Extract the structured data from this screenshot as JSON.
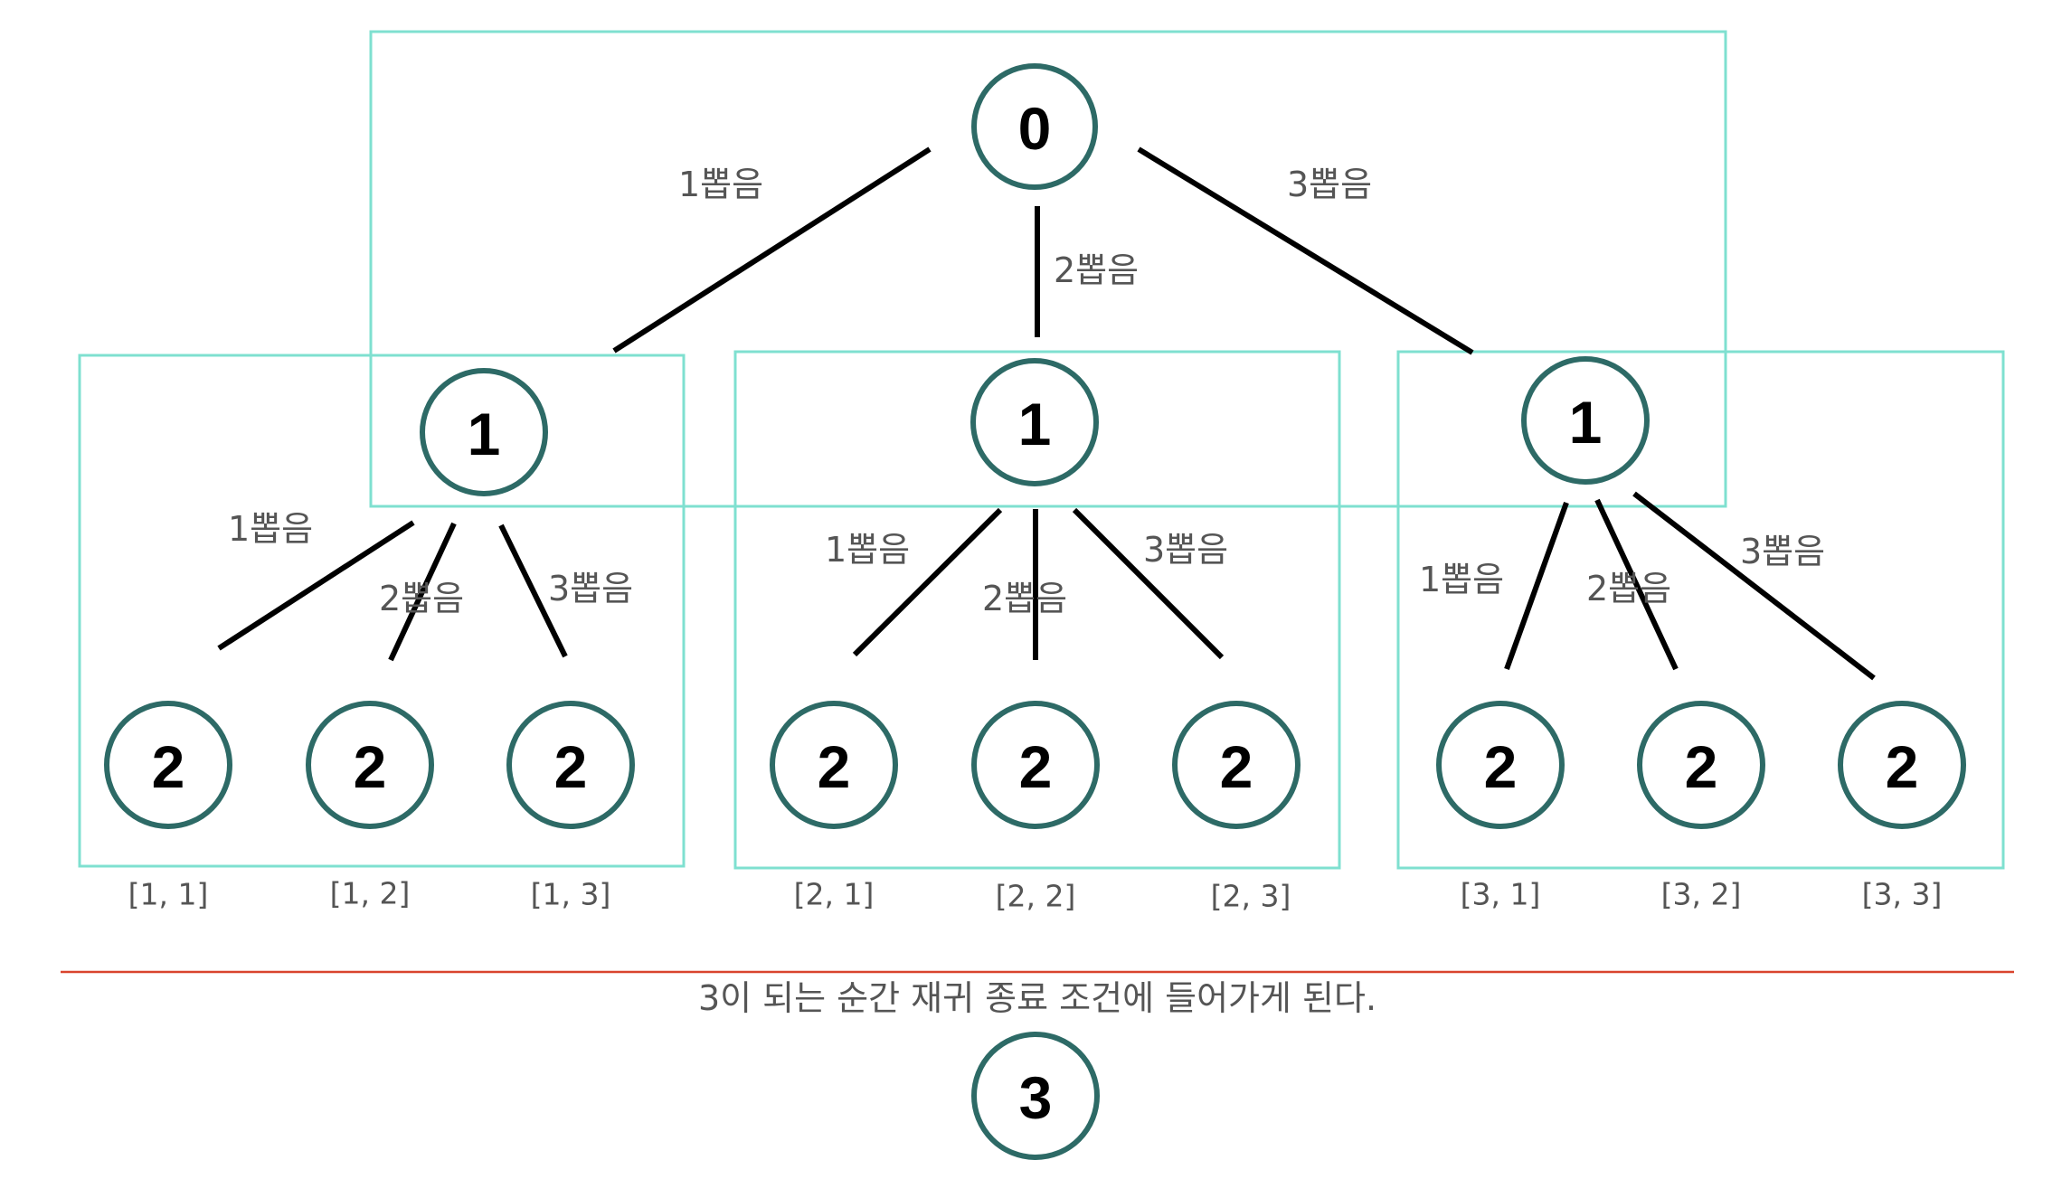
{
  "diagram": {
    "colors": {
      "node_stroke": "#2d6a66",
      "box_stroke": "#7fe0d0",
      "separator": "#d9442d",
      "edge": "#000000",
      "label_text": "#555555"
    },
    "root": {
      "label": "0"
    },
    "edges_from_root": [
      "1뽑음",
      "2뽑음",
      "3뽑음"
    ],
    "groups": [
      {
        "node": "1",
        "edges": [
          "1뽑음",
          "2뽑음",
          "3뽑음"
        ],
        "children": [
          "2",
          "2",
          "2"
        ],
        "paths": [
          "[1, 1]",
          "[1, 2]",
          "[1, 3]"
        ]
      },
      {
        "node": "1",
        "edges": [
          "1뽑음",
          "2뽑음",
          "3뽑음"
        ],
        "children": [
          "2",
          "2",
          "2"
        ],
        "paths": [
          "[2, 1]",
          "[2, 2]",
          "[2, 3]"
        ]
      },
      {
        "node": "1",
        "edges": [
          "1뽑음",
          "2뽑음",
          "3뽑음"
        ],
        "children": [
          "2",
          "2",
          "2"
        ],
        "paths": [
          "[3, 1]",
          "[3, 2]",
          "[3, 3]"
        ]
      }
    ],
    "caption": "3이 되는 순간 재귀 종료 조건에 들어가게 된다.",
    "terminal": {
      "label": "3"
    }
  }
}
